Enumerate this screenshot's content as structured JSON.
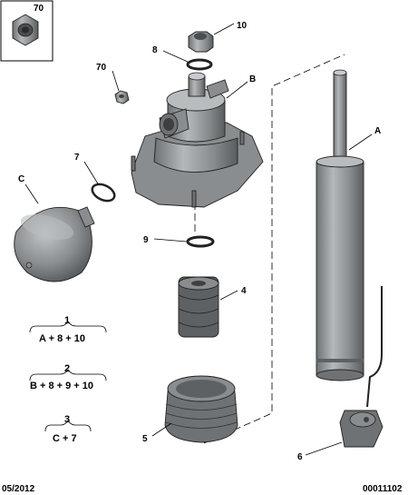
{
  "inset": {
    "number": "70"
  },
  "callouts": {
    "n10": "10",
    "n8": "8",
    "n70": "70",
    "B": "B",
    "A": "A",
    "n7": "7",
    "C": "C",
    "n9": "9",
    "n4": "4",
    "n5": "5",
    "n6": "6"
  },
  "kits": [
    {
      "number": "1",
      "formula": "A + 8 + 10"
    },
    {
      "number": "2",
      "formula": "B + 8 + 9 + 10"
    },
    {
      "number": "3",
      "formula": "C + 7"
    }
  ],
  "footer": {
    "date": "05/2012",
    "ref": "00011102"
  },
  "colors": {
    "part_fill": "#8a8d8f",
    "part_dark": "#5e6163",
    "part_light": "#b9bcbe",
    "line": "#000000"
  }
}
